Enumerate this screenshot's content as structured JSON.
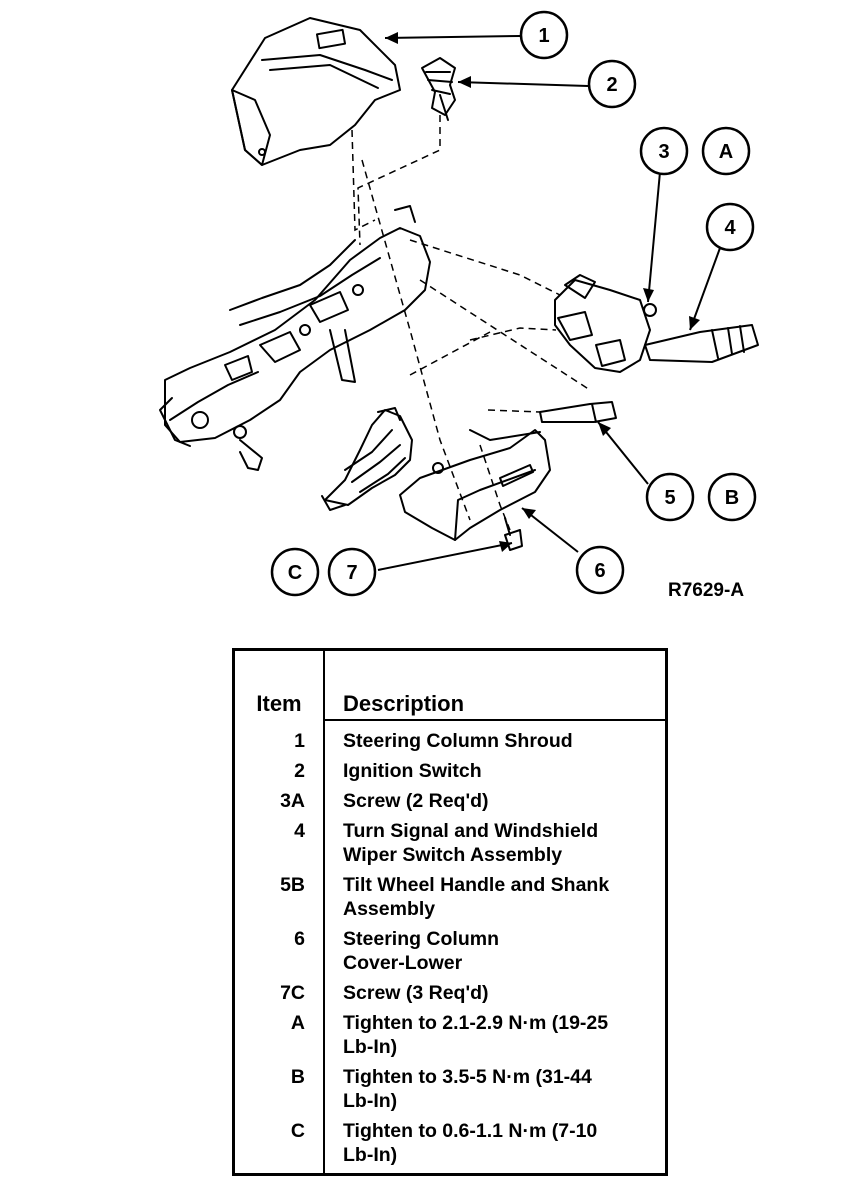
{
  "figure": {
    "id": "R7629-A",
    "callouts": [
      "1",
      "2",
      "3",
      "A",
      "4",
      "5",
      "B",
      "C",
      "7",
      "6"
    ]
  },
  "legend": {
    "header_item": "Item",
    "header_description": "Description",
    "rows": [
      {
        "item": "1",
        "description": "Steering Column Shroud"
      },
      {
        "item": "2",
        "description": "Ignition Switch"
      },
      {
        "item": "3A",
        "description": "Screw (2 Req'd)"
      },
      {
        "item": "4",
        "description": "Turn Signal and Windshield\nWiper Switch Assembly"
      },
      {
        "item": "5B",
        "description": "Tilt Wheel Handle and Shank\nAssembly"
      },
      {
        "item": "6",
        "description": "Steering Column\nCover-Lower"
      },
      {
        "item": "7C",
        "description": "Screw (3 Req'd)"
      },
      {
        "item": "A",
        "description": "Tighten to 2.1-2.9 N·m (19-25\nLb-In)"
      },
      {
        "item": "B",
        "description": "Tighten to 3.5-5 N·m (31-44\nLb-In)"
      },
      {
        "item": "C",
        "description": "Tighten to 0.6-1.1 N·m (7-10\nLb-In)"
      }
    ]
  }
}
